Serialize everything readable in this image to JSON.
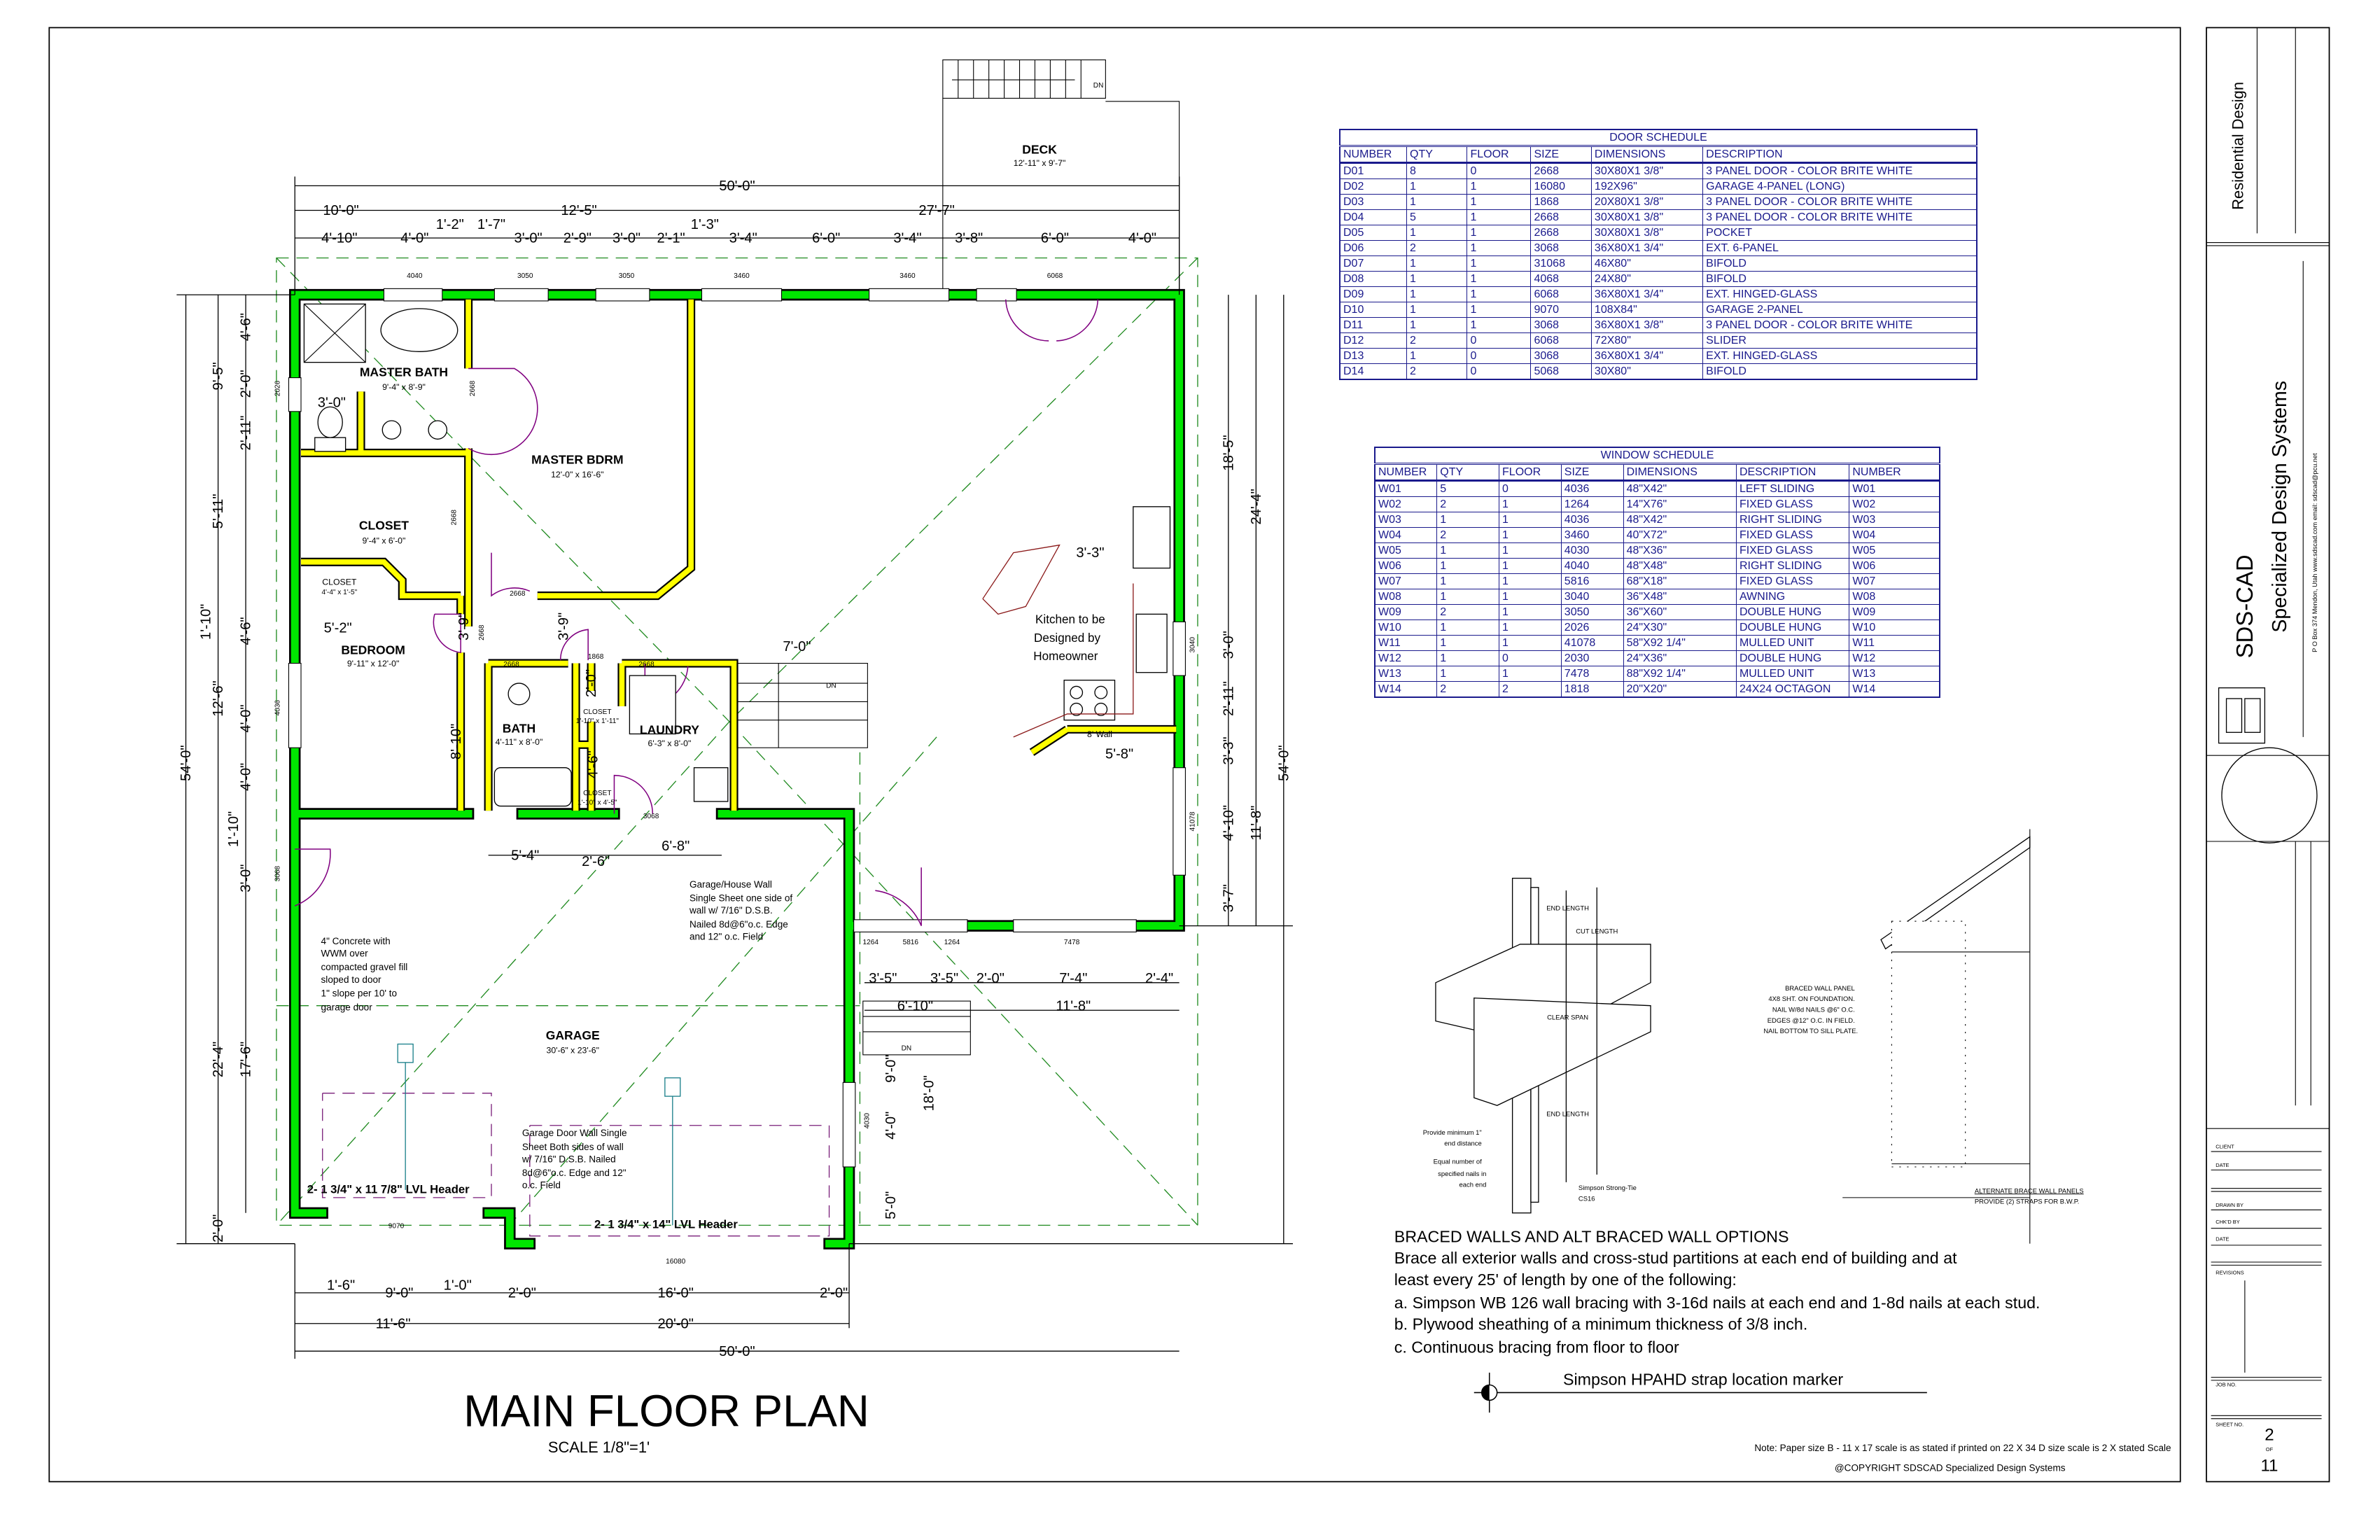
{
  "sheet": {
    "title": "MAIN FLOOR PLAN",
    "scale": "SCALE 1/8\"=1'"
  },
  "rooms": [
    {
      "name": "MASTER BATH",
      "size": "9'-4\" x 8'-9\""
    },
    {
      "name": "MASTER BDRM",
      "size": "12'-0\" x 16'-6\""
    },
    {
      "name": "CLOSET",
      "size": "9'-4\" x 6'-0\""
    },
    {
      "name": "CLOSET",
      "size": "4'-4\" x 1'-5\""
    },
    {
      "name": "BEDROOM",
      "size": "9'-11\" x 12'-0\""
    },
    {
      "name": "BATH",
      "size": "4'-11\" x 8'-0\""
    },
    {
      "name": "CLOSET",
      "size": "1'-10\" x 1'-11\""
    },
    {
      "name": "CLOSET",
      "size": "1'-10\" x 4'-5\""
    },
    {
      "name": "LAUNDRY",
      "size": "6'-3\" x 8'-0\""
    },
    {
      "name": "GARAGE",
      "size": "30'-6\" x 23'-6\""
    },
    {
      "name": "DECK",
      "size": "12'-11\" x 9'-7\""
    }
  ],
  "dims": {
    "top": [
      "50'-0\"",
      "10'-0\"",
      "12'-5\"",
      "27'-7\"",
      "4'-10\"",
      "4'-0\"",
      "1'-2\"",
      "1'-7\"",
      "3'-0\"",
      "2'-9\"",
      "3'-0\"",
      "2'-1\"",
      "1'-3\"",
      "3'-4\"",
      "6'-0\"",
      "3'-4\"",
      "3'-8\"",
      "6'-0\"",
      "4'-0\""
    ],
    "left": [
      "54'-0\"",
      "9'-5\"",
      "5'-11\"",
      "1'-10\"",
      "12'-6\"",
      "22'-4\"",
      "2'-0\"",
      "4'-6\"",
      "2'-0\"",
      "2'-11\"",
      "4'-6\"",
      "4'-0\"",
      "4'-0\"",
      "1'-10\"",
      "3'-0\"",
      "17'-6\""
    ],
    "right": [
      "18'-5\"",
      "24'-4\"",
      "54'-0\"",
      "3'-0\"",
      "2'-11\"",
      "3'-3\"",
      "4'-10\"",
      "11'-8\"",
      "3'-7\""
    ],
    "bottom": [
      "1'-6\"",
      "9'-0\"",
      "1'-0\"",
      "2'-0\"",
      "16'-0\"",
      "2'-0\"",
      "11'-6\"",
      "20'-0\"",
      "50'-0\""
    ],
    "interior": [
      "3'-0\"",
      "5'-2\"",
      "3'-9\"",
      "3'-9\"",
      "8'-10\"",
      "2'-0\"",
      "4'-6\"",
      "5'-4\"",
      "2'-6\"",
      "6'-8\"",
      "7'-0\"",
      "3'-3\"",
      "5'-8\"",
      "3'-5\"",
      "3'-5\"",
      "2'-0\"",
      "7'-4\"",
      "2'-4\"",
      "6'-10\"",
      "11'-8\"",
      "9'-0\"",
      "18'-0\"",
      "4'-0\"",
      "5'-0\""
    ]
  },
  "tags": [
    "4040",
    "3050",
    "3050",
    "3460",
    "3460",
    "6068",
    "2026",
    "4036",
    "3068",
    "2668",
    "2668",
    "2668",
    "2668",
    "2668",
    "1868",
    "2668",
    "3068",
    "3040",
    "41078",
    "1264",
    "5816",
    "1264",
    "7478",
    "9070",
    "16080",
    "4030"
  ],
  "plan_notes": {
    "kitchen": [
      "Kitchen to be",
      "Designed by",
      "Homeowner"
    ],
    "wall_8": "8' Wall",
    "dn": [
      "DN",
      "DN",
      "DN"
    ],
    "concrete": [
      "4\" Concrete with",
      "WWM over",
      "compacted gravel fill",
      "sloped to door",
      "1\" slope per 10' to",
      "garage door"
    ],
    "garage_house_wall": [
      "Garage/House Wall",
      "Single Sheet one side of",
      "wall w/ 7/16\" D.S.B.",
      "Nailed 8d@6\"o.c. Edge",
      "and 12\" o.c. Field"
    ],
    "garage_door_wall": [
      "Garage Door Wall Single",
      "Sheet Both sides of wall",
      "w/ 7/16\" D.S.B. Nailed",
      "8d@6\"o.c. Edge and 12\"",
      "o.c. Field"
    ],
    "header_left": "2- 1 3/4\" x 11 7/8\" LVL Header",
    "header_right": "2- 1 3/4\" x 14\" LVL Header"
  },
  "door_schedule": {
    "title": "DOOR SCHEDULE",
    "columns": [
      "NUMBER",
      "QTY",
      "FLOOR",
      "SIZE",
      "DIMENSIONS",
      "DESCRIPTION"
    ],
    "rows": [
      [
        "D01",
        "8",
        "0",
        "2668",
        "30X80X1 3/8\"",
        "3 PANEL DOOR - COLOR  BRITE WHITE"
      ],
      [
        "D02",
        "1",
        "1",
        "16080",
        "192X96\"",
        "GARAGE 4-PANEL (LONG)"
      ],
      [
        "D03",
        "1",
        "1",
        "1868",
        "20X80X1 3/8\"",
        "3 PANEL DOOR - COLOR  BRITE WHITE"
      ],
      [
        "D04",
        "5",
        "1",
        "2668",
        "30X80X1 3/8\"",
        "3 PANEL DOOR - COLOR  BRITE WHITE"
      ],
      [
        "D05",
        "1",
        "1",
        "2668",
        "30X80X1 3/8\"",
        "POCKET"
      ],
      [
        "D06",
        "2",
        "1",
        "3068",
        "36X80X1 3/4\"",
        "EXT. 6-PANEL"
      ],
      [
        "D07",
        "1",
        "1",
        "31068",
        "46X80\"",
        "BIFOLD"
      ],
      [
        "D08",
        "1",
        "1",
        "4068",
        "24X80\"",
        "BIFOLD"
      ],
      [
        "D09",
        "1",
        "1",
        "6068",
        "36X80X1 3/4\"",
        "EXT. HINGED-GLASS"
      ],
      [
        "D10",
        "1",
        "1",
        "9070",
        "108X84\"",
        "GARAGE 2-PANEL"
      ],
      [
        "D11",
        "1",
        "1",
        "3068",
        "36X80X1 3/8\"",
        "3 PANEL DOOR - COLOR  BRITE WHITE"
      ],
      [
        "D12",
        "2",
        "0",
        "6068",
        "72X80\"",
        "SLIDER"
      ],
      [
        "D13",
        "1",
        "0",
        "3068",
        "36X80X1 3/4\"",
        "EXT. HINGED-GLASS"
      ],
      [
        "D14",
        "2",
        "0",
        "5068",
        "30X80\"",
        "BIFOLD"
      ]
    ]
  },
  "window_schedule": {
    "title": "WINDOW SCHEDULE",
    "columns": [
      "NUMBER",
      "QTY",
      "FLOOR",
      "SIZE",
      "DIMENSIONS",
      "DESCRIPTION",
      "NUMBER"
    ],
    "rows": [
      [
        "W01",
        "5",
        "0",
        "4036",
        "48\"X42\"",
        "LEFT SLIDING",
        "W01"
      ],
      [
        "W02",
        "2",
        "1",
        "1264",
        "14\"X76\"",
        "FIXED GLASS",
        "W02"
      ],
      [
        "W03",
        "1",
        "1",
        "4036",
        "48\"X42\"",
        "RIGHT SLIDING",
        "W03"
      ],
      [
        "W04",
        "2",
        "1",
        "3460",
        "40\"X72\"",
        "FIXED GLASS",
        "W04"
      ],
      [
        "W05",
        "1",
        "1",
        "4030",
        "48\"X36\"",
        "FIXED GLASS",
        "W05"
      ],
      [
        "W06",
        "1",
        "1",
        "4040",
        "48\"X48\"",
        "RIGHT SLIDING",
        "W06"
      ],
      [
        "W07",
        "1",
        "1",
        "5816",
        "68\"X18\"",
        "FIXED GLASS",
        "W07"
      ],
      [
        "W08",
        "1",
        "1",
        "3040",
        "36\"X48\"",
        "AWNING",
        "W08"
      ],
      [
        "W09",
        "2",
        "1",
        "3050",
        "36\"X60\"",
        "DOUBLE HUNG",
        "W09"
      ],
      [
        "W10",
        "1",
        "1",
        "2026",
        "24\"X30\"",
        "DOUBLE HUNG",
        "W10"
      ],
      [
        "W11",
        "1",
        "1",
        "41078",
        "58\"X92 1/4\"",
        "MULLED UNIT",
        "W11"
      ],
      [
        "W12",
        "1",
        "0",
        "2030",
        "24\"X36\"",
        "DOUBLE HUNG",
        "W12"
      ],
      [
        "W13",
        "1",
        "1",
        "7478",
        "88\"X92 1/4\"",
        "MULLED UNIT",
        "W13"
      ],
      [
        "W14",
        "2",
        "2",
        "1818",
        "20\"X20\"",
        "24X24 OCTAGON",
        "W14"
      ]
    ]
  },
  "details": {
    "strap": {
      "end_length": "END LENGTH",
      "cut_length": "CUT LENGTH",
      "clear_span": "CLEAR SPAN",
      "end_distance": [
        "Provide minimum 1\"",
        "end distance"
      ],
      "equal_nails": [
        "Equal number of",
        "specified nails in",
        "each end"
      ],
      "product": [
        "Simpson Strong-Tie",
        "CS16"
      ]
    },
    "panel": {
      "label": [
        "BRACED WALL PANEL",
        "4X8 SHT. ON FOUNDATION.",
        "NAIL W/8d NAILS @6\" O.C.",
        "EDGES @12\" O.C.  IN FIELD.",
        "NAIL BOTTOM TO SILL PLATE."
      ],
      "alternate": [
        "ALTERNATE BRACE WALL PANELS",
        "PROVIDE (2) STRAPS FOR B.W.P."
      ]
    }
  },
  "braced_walls": {
    "heading": "BRACED WALLS AND ALT BRACED WALL OPTIONS",
    "lines": [
      "Brace all exterior walls and cross-stud partitions at each end of building and at",
      "least every 25' of length by one of the following:",
      " a. Simpson WB 126 wall bracing with 3-16d nails at each end and 1-8d nails at each stud.",
      " b. Plywood sheathing of a minimum thickness of 3/8 inch.",
      " c. Continuous bracing from floor to floor"
    ],
    "marker_label": "Simpson HPAHD strap location marker"
  },
  "footer": {
    "paper_note": "Note: Paper size B - 11 x 17 scale is as stated if printed on 22 X 34 D size scale is 2 X stated Scale",
    "copyright": "@COPYRIGHT SDSCAD Specialized Design Systems"
  },
  "title_block": {
    "project_type": "Residential Design",
    "company_short": "SDS-CAD",
    "company_name": "Specialized Design Systems",
    "address": "P O Box 374 Mendon, Utah   www.sdscad.com  email: sdscad@pcu.net",
    "fields": [
      "CLIENT",
      "DATE",
      "DRAWN BY",
      "CHK'D BY",
      "DATE",
      "REVISIONS",
      "JOB NO.",
      "SHEET NO."
    ],
    "sheet_number": "2",
    "of_label": "OF",
    "sheet_total": "11"
  }
}
